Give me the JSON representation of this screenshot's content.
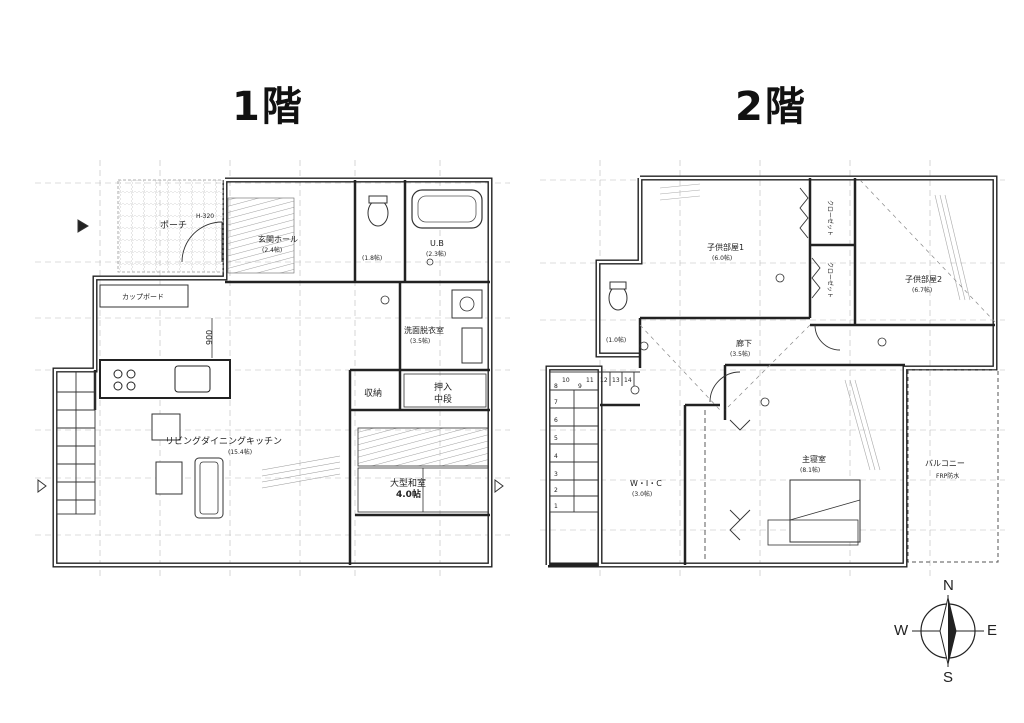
{
  "floors": {
    "first": {
      "title": "1階",
      "rooms": {
        "porch": "ポーチ",
        "genkan": "玄関ホール",
        "genkan_area": "(2.4帖)",
        "toilet1_area": "(1.8帖)",
        "bath": "U.B",
        "bath_area": "(2.3帖)",
        "dressing": "洗面脱衣室",
        "dressing_area": "(3.5帖)",
        "cupboard": "カップボード",
        "ldk": "リビングダイニングキッチン",
        "ldk_area": "(15.4帖)",
        "storage": "収納",
        "oshiire": "押入",
        "nakadana": "中段",
        "washitsu": "大型和室",
        "washitsu_area": "4.0帖",
        "dim_900": "900",
        "dim_h": "H-320"
      }
    },
    "second": {
      "title": "2階",
      "rooms": {
        "child1": "子供部屋1",
        "child1_area": "(6.0帖)",
        "child2": "子供部屋2",
        "child2_area": "(6.7帖)",
        "closet_a": "クローゼット",
        "closet_b": "クローゼット",
        "toilet2_area": "(1.0帖)",
        "hall": "廊下",
        "hall_area": "(3.5帖)",
        "wic": "W・I・C",
        "wic_area": "(3.0帖)",
        "master": "主寝室",
        "master_area": "(8.1帖)",
        "balcony": "バルコニー",
        "balcony_sub": "FRP防水",
        "stair_nums": [
          "10",
          "11",
          "12",
          "13",
          "14"
        ],
        "stair_nums_left": [
          "1",
          "2",
          "3",
          "4",
          "5",
          "6",
          "7",
          "8",
          "9"
        ]
      }
    }
  },
  "compass": {
    "n": "N",
    "s": "S",
    "e": "E",
    "w": "W"
  }
}
